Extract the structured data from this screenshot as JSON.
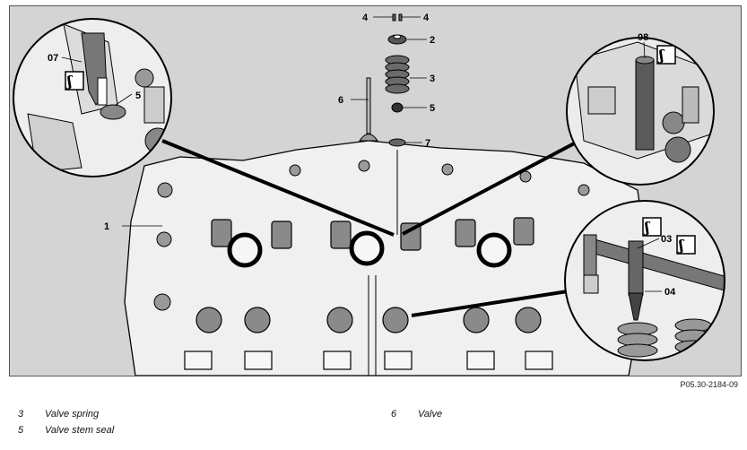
{
  "callouts": {
    "c1": "1",
    "c2": "2",
    "c3": "3",
    "c4a": "4",
    "c4b": "4",
    "c5a": "5",
    "c5b": "5",
    "c6": "6",
    "c7": "7",
    "c07": "07",
    "c08": "08",
    "c03": "03",
    "c04": "04"
  },
  "figure_code": "P05.30-2184-09",
  "legend": [
    {
      "num": "3",
      "text": "Valve spring"
    },
    {
      "num": "5",
      "text": "Valve stem seal"
    },
    {
      "num": "6",
      "text": "Valve"
    }
  ],
  "colors": {
    "background": "#d4d4d4",
    "part": "#f2f2f2",
    "shade": "#8a8a8a",
    "line": "#000000"
  }
}
